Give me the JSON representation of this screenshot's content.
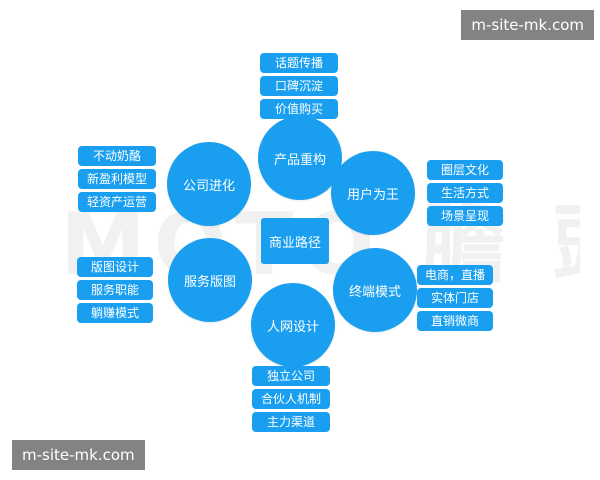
{
  "watermarks": {
    "top_right": "m-site-mk.com",
    "bottom_left": "m-site-mk.com",
    "background": "MOTO 膽 頭"
  },
  "diagram": {
    "center": "商业路径",
    "nodes": {
      "product": {
        "label": "产品重构",
        "items": [
          "话题传播",
          "口碑沉淀",
          "价值购买"
        ]
      },
      "user": {
        "label": "用户为王",
        "items": [
          "圈层文化",
          "生活方式",
          "场景呈现"
        ]
      },
      "terminal": {
        "label": "终端模式",
        "items": [
          "电商，直播",
          "实体门店",
          "直销微商"
        ]
      },
      "network": {
        "label": "人网设计",
        "items": [
          "独立公司",
          "合伙人机制",
          "主力渠道"
        ]
      },
      "service": {
        "label": "服务版图",
        "items": [
          "版图设计",
          "服务职能",
          "躺赚模式"
        ]
      },
      "company": {
        "label": "公司进化",
        "items": [
          "不动奶酪",
          "新盈利模型",
          "轻资产运营"
        ]
      }
    },
    "colors": {
      "primary": "#1a9ff0",
      "text": "#ffffff"
    }
  }
}
